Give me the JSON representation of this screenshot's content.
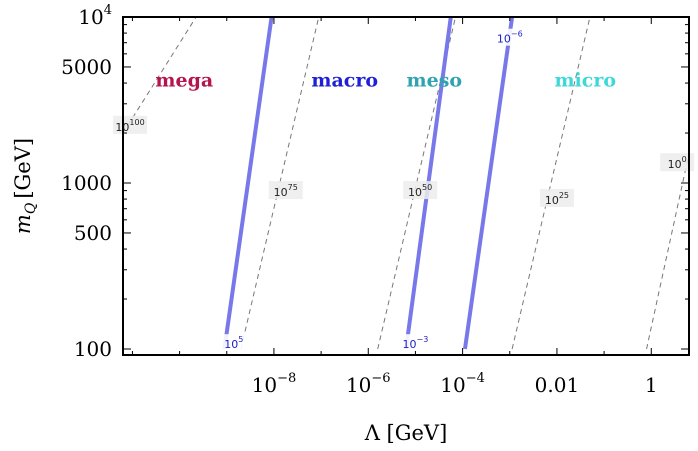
{
  "chart_data": {
    "type": "line",
    "xlabel": "Λ [GeV]",
    "ylabel_main": "m",
    "ylabel_sub": "Q",
    "ylabel_unit": "[GeV]",
    "x_scale": "log",
    "y_scale": "log",
    "xlim_log10": [
      -11.2,
      0.8
    ],
    "ylim": [
      92,
      10000
    ],
    "x_ticks": [
      {
        "log10": -8,
        "base": "10",
        "exp": "−8"
      },
      {
        "log10": -6,
        "base": "10",
        "exp": "−6"
      },
      {
        "log10": -4,
        "base": "10",
        "exp": "−4"
      },
      {
        "log10": -2,
        "base": "0.01",
        "exp": ""
      },
      {
        "log10": 0,
        "base": "1",
        "exp": ""
      }
    ],
    "y_ticks": [
      {
        "value": 100,
        "base": "100",
        "exp": ""
      },
      {
        "value": 500,
        "base": "500",
        "exp": ""
      },
      {
        "value": 1000,
        "base": "1000",
        "exp": ""
      },
      {
        "value": 5000,
        "base": "5000",
        "exp": ""
      },
      {
        "value": 10000,
        "base": "10",
        "exp": "4"
      }
    ],
    "grid": false,
    "regions": [
      {
        "label": "mega",
        "color": "#b5154f",
        "x_log10": -9.9,
        "y": 4200
      },
      {
        "label": "macro",
        "color": "#1f1fd6",
        "x_log10": -6.5,
        "y": 4200
      },
      {
        "label": "meso",
        "color": "#2fa3b0",
        "x_log10": -4.6,
        "y": 4200
      },
      {
        "label": "micro",
        "color": "#3fd8d8",
        "x_log10": -1.4,
        "y": 4200
      }
    ],
    "dashed_contours": {
      "color": "#777777",
      "lines": [
        {
          "label_base": "10",
          "label_exp": "100",
          "x": [
            -11.2,
            -9.65
          ],
          "y": [
            2000,
            10000
          ],
          "label_x_log10": -11.05,
          "label_y": 2150
        },
        {
          "label_base": "10",
          "label_exp": "75",
          "x": [
            -8.7,
            -7.05
          ],
          "y": [
            100,
            10000
          ],
          "label_x_log10": -7.75,
          "label_y": 870
        },
        {
          "label_base": "10",
          "label_exp": "50",
          "x": [
            -5.8,
            -4.15
          ],
          "y": [
            100,
            10000
          ],
          "label_x_log10": -4.9,
          "label_y": 870
        },
        {
          "label_base": "10",
          "label_exp": "25",
          "x": [
            -2.95,
            -1.3
          ],
          "y": [
            100,
            10000
          ],
          "label_x_log10": -2.0,
          "label_y": 780
        },
        {
          "label_base": "10",
          "label_exp": "0",
          "x": [
            -0.1,
            0.8
          ],
          "y": [
            100,
            1500
          ],
          "label_x_log10": 0.55,
          "label_y": 1280
        }
      ]
    },
    "blue_lines": {
      "color": "#7878ea",
      "lines": [
        {
          "label_base": "10",
          "label_exp": "5",
          "x": [
            -9.05,
            -8.05
          ],
          "y": [
            100,
            10000
          ],
          "label_x_log10": -8.85,
          "label_y": 104
        },
        {
          "label_base": "10",
          "label_exp": "−3",
          "x": [
            -5.2,
            -4.25
          ],
          "y": [
            100,
            10000
          ],
          "label_x_log10": -5.0,
          "label_y": 104
        },
        {
          "label_base": "10",
          "label_exp": "−6",
          "x": [
            -3.95,
            -2.95
          ],
          "y": [
            100,
            10000
          ],
          "label_x_log10": -3.0,
          "label_y": 7200
        }
      ]
    }
  }
}
